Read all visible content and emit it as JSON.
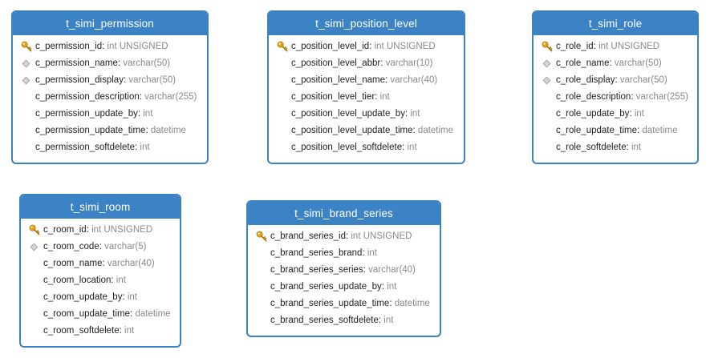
{
  "tables": [
    {
      "name": "t_simi_permission",
      "columns": [
        {
          "name": "c_permission_id",
          "type": "int UNSIGNED",
          "icon": "key-icon"
        },
        {
          "name": "c_permission_name",
          "type": "varchar(50)",
          "icon": "diamond-icon"
        },
        {
          "name": "c_permission_display",
          "type": "varchar(50)",
          "icon": "diamond-icon"
        },
        {
          "name": "c_permission_description",
          "type": "varchar(255)",
          "icon": ""
        },
        {
          "name": "c_permission_update_by",
          "type": "int",
          "icon": ""
        },
        {
          "name": "c_permission_update_time",
          "type": "datetime",
          "icon": ""
        },
        {
          "name": "c_permission_softdelete",
          "type": "int",
          "icon": ""
        }
      ]
    },
    {
      "name": "t_simi_position_level",
      "columns": [
        {
          "name": "c_position_level_id",
          "type": "int UNSIGNED",
          "icon": "key-icon"
        },
        {
          "name": "c_position_level_abbr",
          "type": "varchar(10)",
          "icon": ""
        },
        {
          "name": "c_position_level_name",
          "type": "varchar(40)",
          "icon": ""
        },
        {
          "name": "c_position_level_tier",
          "type": "int",
          "icon": ""
        },
        {
          "name": "c_position_level_update_by",
          "type": "int",
          "icon": ""
        },
        {
          "name": "c_position_level_update_time",
          "type": "datetime",
          "icon": ""
        },
        {
          "name": "c_position_level_softdelete",
          "type": "int",
          "icon": ""
        }
      ]
    },
    {
      "name": "t_simi_role",
      "columns": [
        {
          "name": "c_role_id",
          "type": "int UNSIGNED",
          "icon": "key-icon"
        },
        {
          "name": "c_role_name",
          "type": "varchar(50)",
          "icon": "diamond-icon"
        },
        {
          "name": "c_role_display",
          "type": "varchar(50)",
          "icon": "diamond-icon"
        },
        {
          "name": "c_role_description",
          "type": "varchar(255)",
          "icon": ""
        },
        {
          "name": "c_role_update_by",
          "type": "int",
          "icon": ""
        },
        {
          "name": "c_role_update_time",
          "type": "datetime",
          "icon": ""
        },
        {
          "name": "c_role_softdelete",
          "type": "int",
          "icon": ""
        }
      ]
    },
    {
      "name": "t_simi_room",
      "columns": [
        {
          "name": "c_room_id",
          "type": "int UNSIGNED",
          "icon": "key-icon"
        },
        {
          "name": "c_room_code",
          "type": "varchar(5)",
          "icon": "diamond-icon"
        },
        {
          "name": "c_room_name",
          "type": "varchar(40)",
          "icon": ""
        },
        {
          "name": "c_room_location",
          "type": "int",
          "icon": ""
        },
        {
          "name": "c_room_update_by",
          "type": "int",
          "icon": ""
        },
        {
          "name": "c_room_update_time",
          "type": "datetime",
          "icon": ""
        },
        {
          "name": "c_room_softdelete",
          "type": "int",
          "icon": ""
        }
      ]
    },
    {
      "name": "t_simi_brand_series",
      "columns": [
        {
          "name": "c_brand_series_id",
          "type": "int UNSIGNED",
          "icon": "key-icon"
        },
        {
          "name": "c_brand_series_brand",
          "type": "int",
          "icon": ""
        },
        {
          "name": "c_brand_series_series",
          "type": "varchar(40)",
          "icon": ""
        },
        {
          "name": "c_brand_series_update_by",
          "type": "int",
          "icon": ""
        },
        {
          "name": "c_brand_series_update_time",
          "type": "datetime",
          "icon": ""
        },
        {
          "name": "c_brand_series_softdelete",
          "type": "int",
          "icon": ""
        }
      ]
    }
  ],
  "colors": {
    "header": "#3b83c4",
    "border": "#3b83c4",
    "key": "#e8a317",
    "type_text": "#8a8a8a"
  }
}
